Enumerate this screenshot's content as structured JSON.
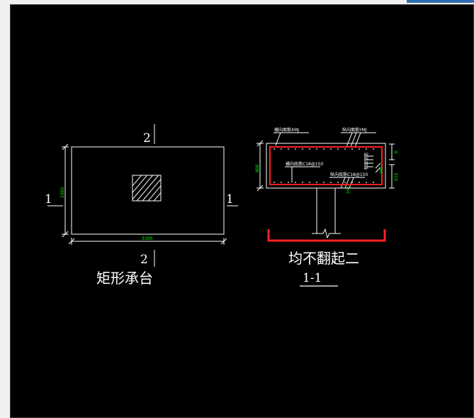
{
  "colors": {
    "background": "#000000",
    "linework": "#ffffff",
    "dimension_text": "#00ff00",
    "rebar": "#ff2020",
    "tab_accent": "#2d6fb0"
  },
  "plan_view": {
    "section_mark_top": "2",
    "section_mark_bottom": "2",
    "section_mark_left": "1",
    "section_mark_right": "1",
    "dim_width": "3300",
    "dim_height": "3300",
    "caption": "矩形承台"
  },
  "section_view": {
    "label_top_transverse": "横向面筋XMJ",
    "label_top_longitudinal": "纵向面筋YMJ",
    "label_bottom_transverse": "横向底筋C18@150",
    "label_bottom_longitudinal": "纵向底筋C18@150",
    "side_rebar_label": "侧面钢筋",
    "dim_height": "800",
    "dim_top_cover": "0",
    "dim_bottom_cover": "015",
    "dim_side_a": "100",
    "dim_side_b": "100",
    "caption_type": "均不翻起二",
    "caption_section": "1-1"
  }
}
